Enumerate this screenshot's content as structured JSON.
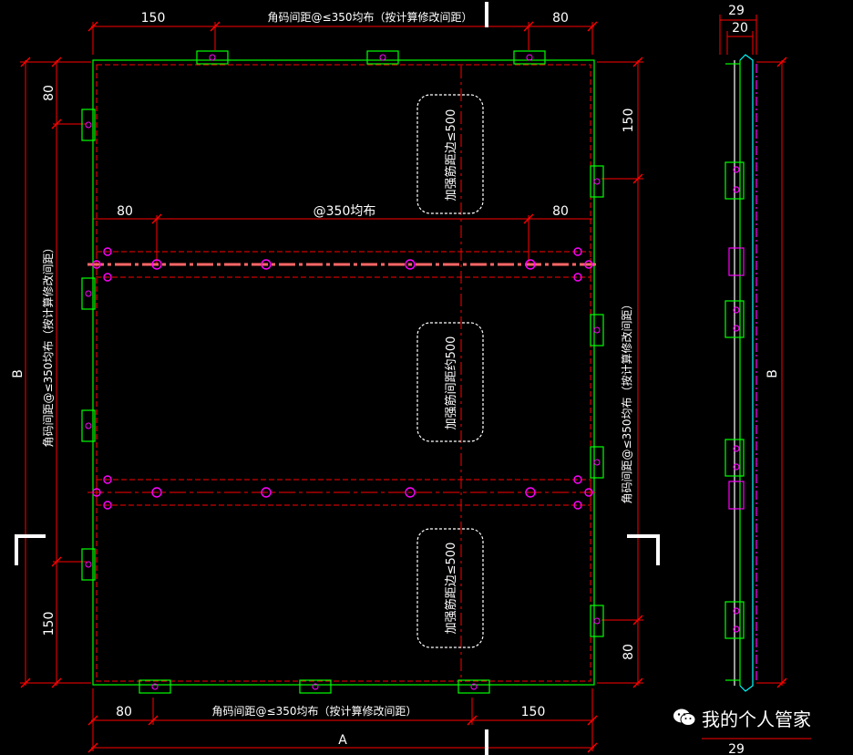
{
  "dims": {
    "top_left": "150",
    "top_right": "80",
    "top_note": "角码间距@≤350均布（按计算修改间距）",
    "mid_left": "80",
    "mid_center": "@350均布",
    "mid_right": "80",
    "bottom_left": "80",
    "bottom_note": "角码间距@≤350均布（按计算修改间距）",
    "bottom_right": "150",
    "width_label": "A",
    "left_upper": "80",
    "left_lower": "150",
    "left_height": "B",
    "left_note": "角码间距@≤350均布（按计算修改间距）",
    "right_upper": "150",
    "right_lower": "80",
    "right_note": "角码间距@≤350均布（按计算修改间距）",
    "side_top_outer": "29",
    "side_top_inner": "20",
    "side_bottom": "29",
    "side_height": "B"
  },
  "stiffener_notes": [
    "加强筋距边≤500",
    "加强筋间距约500",
    "加强筋距边≤500"
  ],
  "watermark": "我的个人管家",
  "colors": {
    "panel": "#00ff00",
    "dim": "#ff0000",
    "bolt": "#ff00ff",
    "text": "#ffffff",
    "edge": "#00ffff"
  }
}
